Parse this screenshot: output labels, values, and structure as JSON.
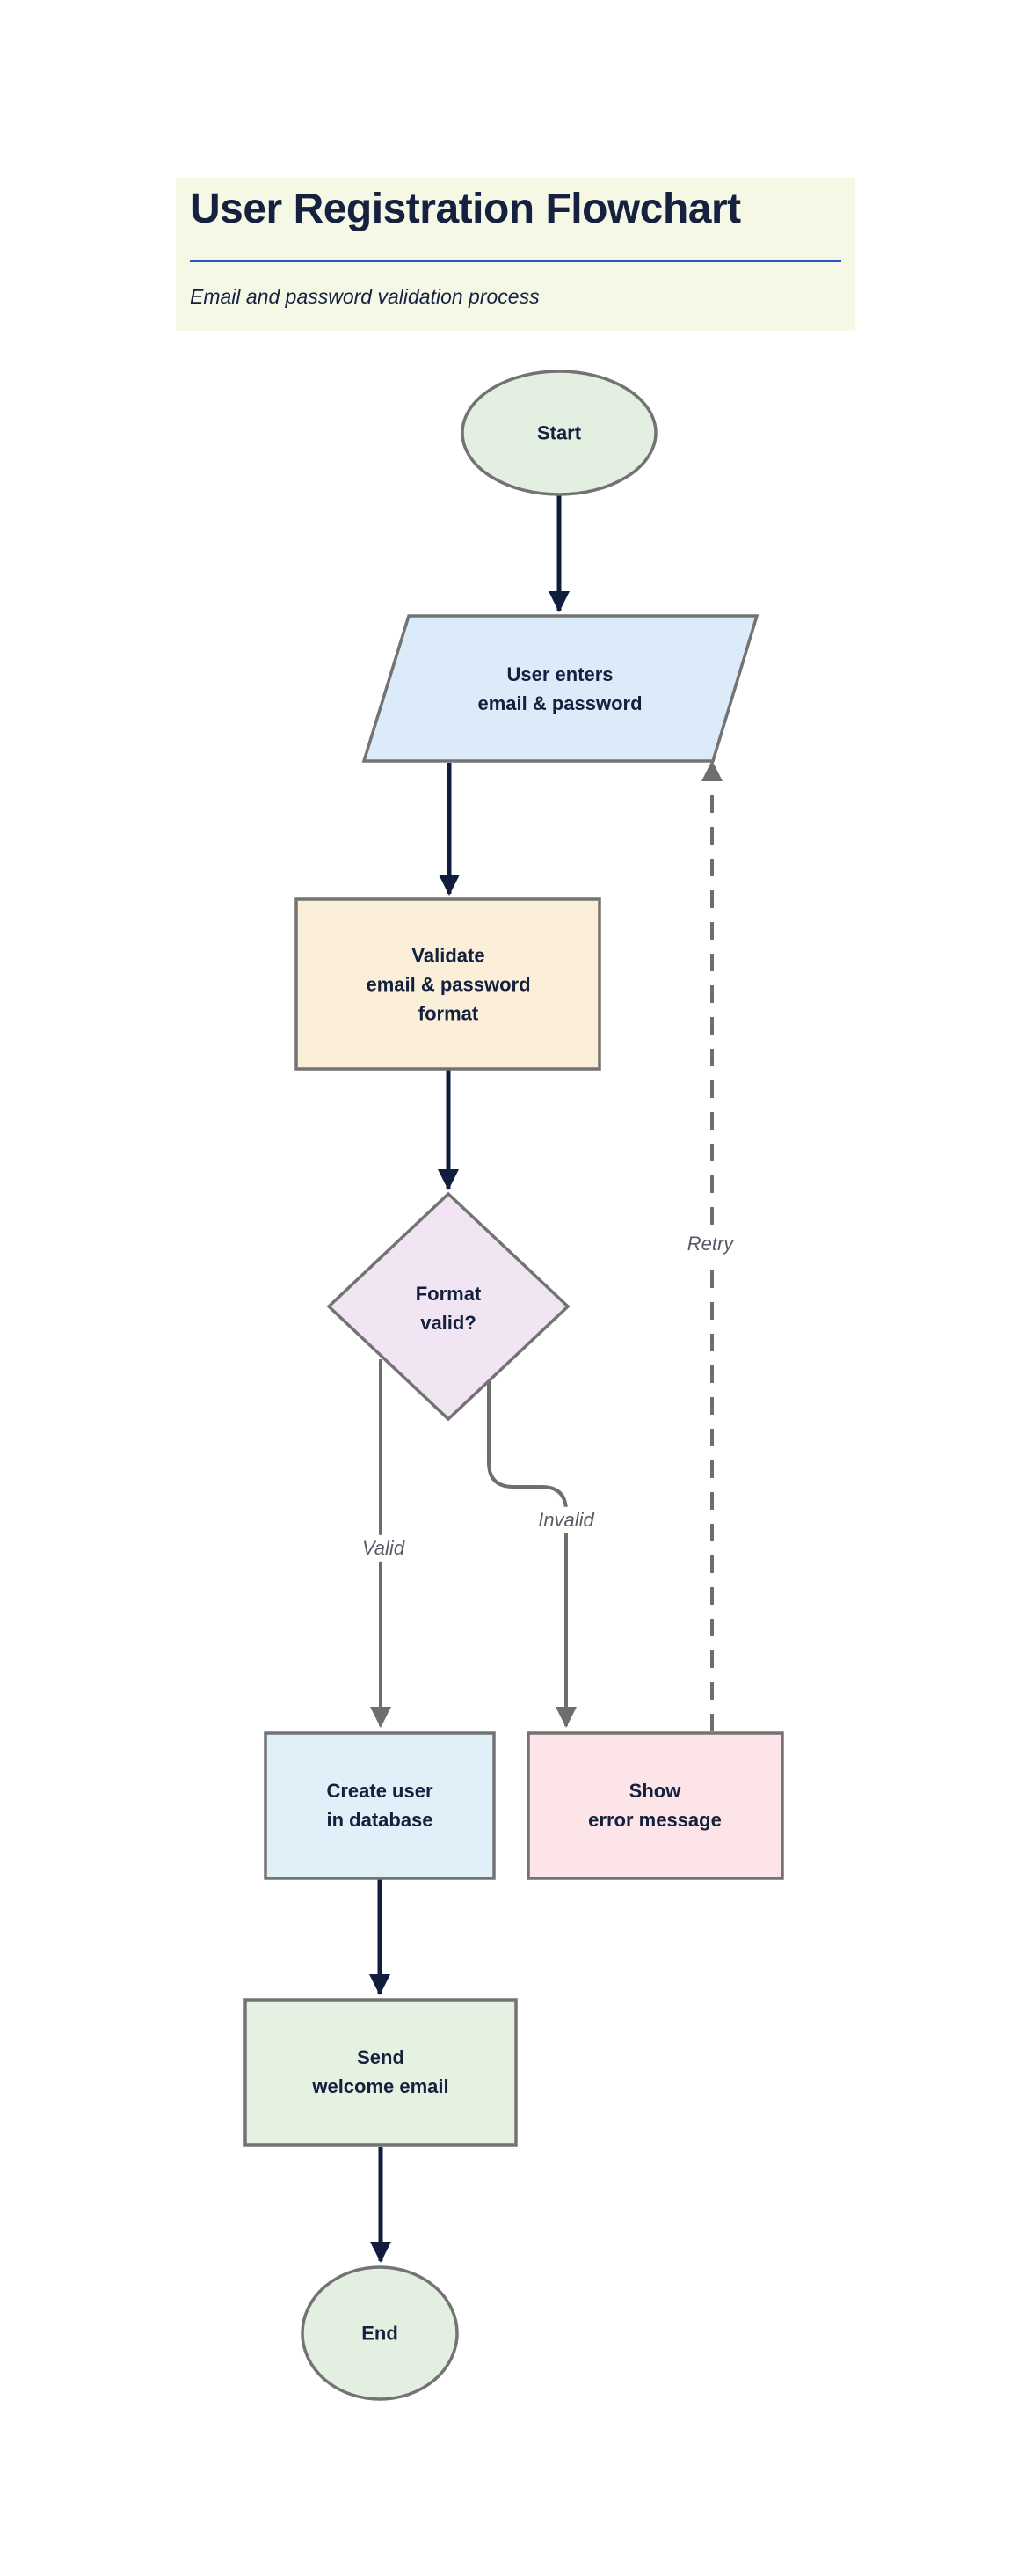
{
  "header": {
    "title": "User Registration Flowchart",
    "subtitle": "Email and password validation process"
  },
  "nodes": {
    "start": {
      "label": "Start",
      "shape": "ellipse",
      "fill": "#e3efe0"
    },
    "input": {
      "label": "User enters\nemail & password",
      "shape": "parallelogram",
      "fill": "#dcebf9"
    },
    "validate": {
      "label": "Validate\nemail & password\nformat",
      "shape": "rectangle",
      "fill": "#fcefd9"
    },
    "decision": {
      "label": "Format\nvalid?",
      "shape": "diamond",
      "fill": "#f1e5f3"
    },
    "create": {
      "label": "Create user\nin database",
      "shape": "rectangle",
      "fill": "#dff0f8"
    },
    "error": {
      "label": "Show\nerror message",
      "shape": "rectangle",
      "fill": "#fde4e8"
    },
    "send": {
      "label": "Send\nwelcome email",
      "shape": "rectangle",
      "fill": "#e5f1e1"
    },
    "end": {
      "label": "End",
      "shape": "ellipse",
      "fill": "#e3efe0"
    }
  },
  "edges": {
    "valid": {
      "label": "Valid"
    },
    "invalid": {
      "label": "Invalid"
    },
    "retry": {
      "label": "Retry"
    }
  },
  "colors": {
    "page_bg": "#ffffff",
    "title_bg": "#f6f8e6",
    "title_text": "#16203f",
    "title_rule": "#2a52c8",
    "node_border": "#737373",
    "node_text": "#13203e",
    "arrow_dark": "#111d3d",
    "arrow_gray": "#6e6e6e",
    "edge_label_text": "#565b66"
  }
}
